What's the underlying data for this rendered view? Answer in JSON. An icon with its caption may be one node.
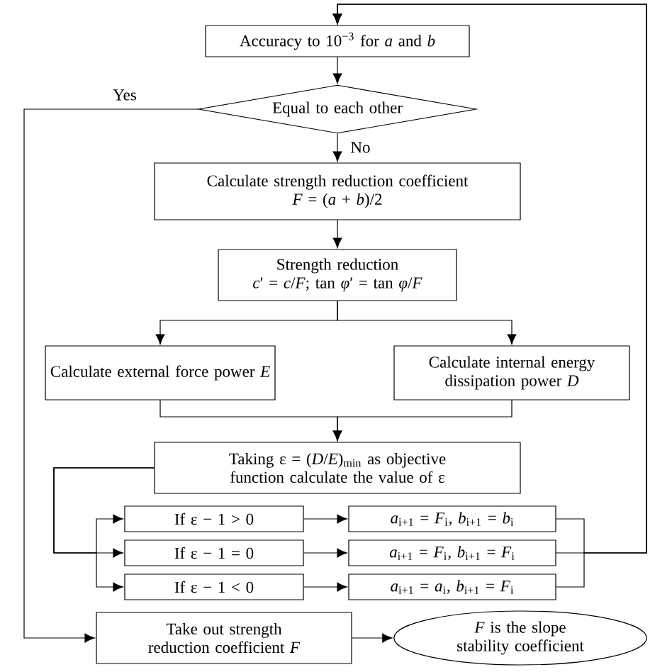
{
  "diagram": {
    "nodes": [
      {
        "text": [
          "Accuracy to 10$^{−3}$ for *a* and *b*"
        ]
      },
      {
        "text": [
          "Equal to each other"
        ]
      },
      {
        "text": [
          "Calculate strength reduction coefficient",
          "*F* = (*a* + *b*)/2"
        ]
      },
      {
        "text": [
          "Strength reduction",
          "*c*′ = *c*/*F*; tan *φ*′ = tan *φ*/*F*"
        ]
      },
      {
        "text": [
          "Calculate external force power *E*"
        ]
      },
      {
        "text": [
          "Calculate internal energy dissipation power *D*"
        ]
      },
      {
        "text": [
          "Taking ε = (*D*/*E*)$_{min}$ as objective function calculate the value of ε"
        ]
      },
      {
        "text": [
          "If ε − 1 > 0"
        ]
      },
      {
        "text": [
          "If ε − 1 = 0"
        ]
      },
      {
        "text": [
          "If ε − 1 < 0"
        ]
      },
      {
        "text": [
          "*a*$_{i+1}$ = *F*$_{i}$, *b*$_{i+1}$ = *b*$_{i}$"
        ]
      },
      {
        "text": [
          "*a*$_{i+1}$ = *F*$_{i}$, *b*$_{i+1}$ = *F*$_{i}$"
        ]
      },
      {
        "text": [
          "*a*$_{i+1}$ = *a*$_{i}$, *b*$_{i+1}$ = *F*$_{i}$"
        ]
      },
      {
        "text": [
          "Take out strength reduction coefficient *F*"
        ]
      },
      {
        "text": [
          "*F* is the slope stability coefficient"
        ]
      }
    ],
    "edges": [
      {
        "from": 0,
        "to": 1,
        "arrow": "to"
      },
      {
        "from": 1,
        "to": 2,
        "arrow": "to",
        "label": "No"
      },
      {
        "from": 1,
        "to": 13,
        "arrow": "to",
        "label": "Yes"
      },
      {
        "from": 2,
        "to": 3,
        "arrow": "to"
      },
      {
        "from": 3,
        "to": 4,
        "arrow": "to"
      },
      {
        "from": 3,
        "to": 5,
        "arrow": "to"
      },
      {
        "from": 4,
        "to": 6,
        "arrow": "to"
      },
      {
        "from": 5,
        "to": 6,
        "arrow": "to"
      },
      {
        "from": 6,
        "to": 7,
        "arrow": "to"
      },
      {
        "from": 6,
        "to": 8,
        "arrow": "to"
      },
      {
        "from": 6,
        "to": 9,
        "arrow": "to"
      },
      {
        "from": 7,
        "to": 10,
        "arrow": "to"
      },
      {
        "from": 8,
        "to": 11,
        "arrow": "to"
      },
      {
        "from": 9,
        "to": 12,
        "arrow": "to"
      },
      {
        "from": 10,
        "to": 0,
        "arrow": "to"
      },
      {
        "from": 11,
        "to": 0,
        "arrow": "to"
      },
      {
        "from": 12,
        "to": 0,
        "arrow": "to"
      },
      {
        "from": 13,
        "to": 14,
        "arrow": "to"
      }
    ]
  }
}
